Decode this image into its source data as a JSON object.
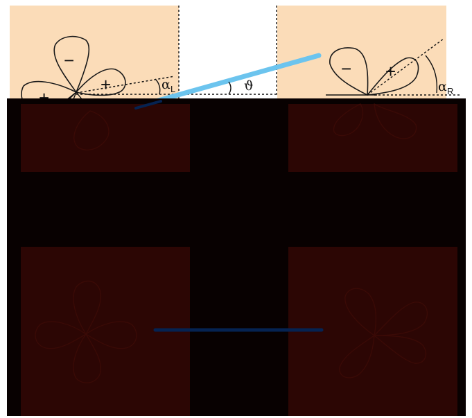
{
  "colors": {
    "panel": "#fbdcb8",
    "overlay": "#080101",
    "dark_panel": "#2c0604",
    "bond_top": "#6cc4ee",
    "bond_bottom": "#052352"
  },
  "left_orbital": {
    "signs": [
      "−",
      "+",
      "+"
    ],
    "angle_label": "α",
    "angle_sub": "L"
  },
  "right_orbital": {
    "signs": [
      "−",
      "+"
    ],
    "angle_label": "α",
    "angle_sub": "R"
  },
  "bond": {
    "angle_label": "ϑ"
  }
}
